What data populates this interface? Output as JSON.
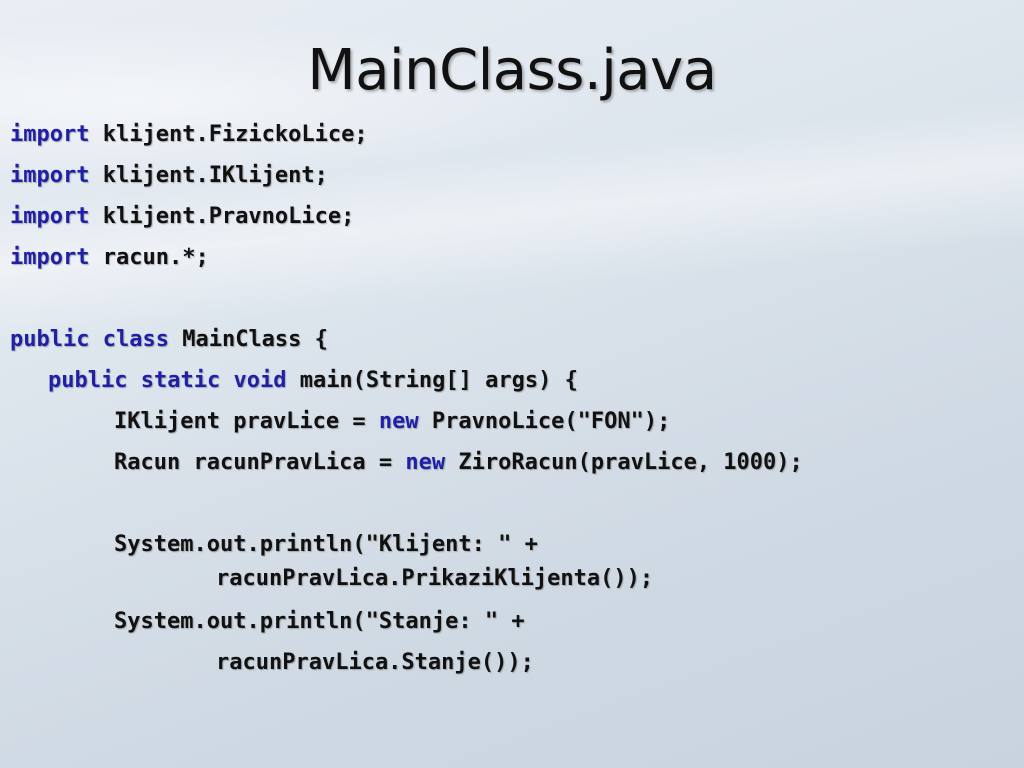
{
  "title": "MainClass.java",
  "code_lines": [
    {
      "kw": "import",
      "rest": " klijent.FizickoLice;"
    },
    {
      "kw": "import",
      "rest": " klijent.IKlijent;"
    },
    {
      "kw": "import",
      "rest": " klijent.PravnoLice;"
    },
    {
      "kw": "import",
      "rest": " racun.*;"
    },
    {
      "kw1": "public",
      "kw2": "class",
      "rest": " MainClass {"
    },
    {
      "kw1": "public",
      "kw2": "static",
      "kw3": "void",
      "rest": " main(String[] args) {"
    },
    {
      "pre": "IKlijent pravLice = ",
      "kw": "new",
      "rest": " PravnoLice(\"FON\");"
    },
    {
      "pre": "Racun racunPravLica = ",
      "kw": "new",
      "rest": " ZiroRacun(pravLice, 1000);"
    },
    {
      "text": "System.out.println(\"Klijent: \" +"
    },
    {
      "text": "racunPravLica.PrikaziKlijenta());"
    },
    {
      "text": "System.out.println(\"Stanje: \" +"
    },
    {
      "text": "racunPravLica.Stanje());"
    }
  ]
}
